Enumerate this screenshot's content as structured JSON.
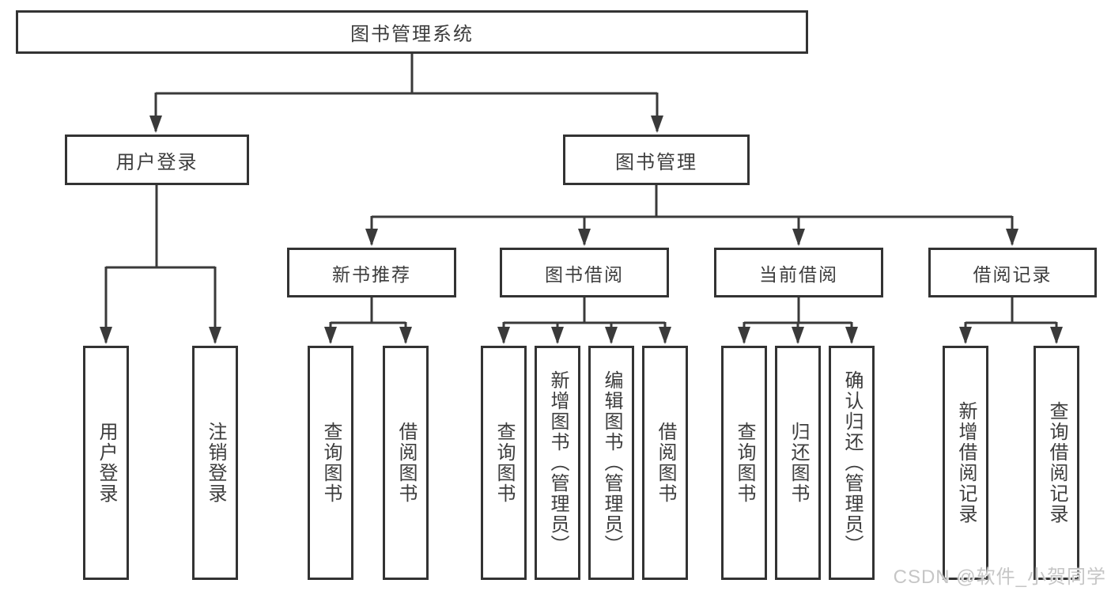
{
  "title": "图书管理系统",
  "tree": {
    "root": {
      "label": "图书管理系统"
    },
    "level1": [
      {
        "label": "用户登录",
        "children": [
          {
            "label": "用户登录"
          },
          {
            "label": "注销登录"
          }
        ]
      },
      {
        "label": "图书管理",
        "children": [
          {
            "label": "新书推荐",
            "children": [
              {
                "label": "查询图书"
              },
              {
                "label": "借阅图书"
              }
            ]
          },
          {
            "label": "图书借阅",
            "children": [
              {
                "label": "查询图书"
              },
              {
                "label": "新增图书（管理员）"
              },
              {
                "label": "编辑图书（管理员）"
              },
              {
                "label": "借阅图书"
              }
            ]
          },
          {
            "label": "当前借阅",
            "children": [
              {
                "label": "查询图书"
              },
              {
                "label": "归还图书"
              },
              {
                "label": "确认归还（管理员）"
              }
            ]
          },
          {
            "label": "借阅记录",
            "children": [
              {
                "label": "新增借阅记录"
              },
              {
                "label": "查询借阅记录"
              }
            ]
          }
        ]
      }
    ]
  },
  "watermark": {
    "text": "CSDN @软件_小贺同学"
  },
  "colors": {
    "line": "#3a3a3a",
    "box_border": "#333333",
    "text": "#3d3d3d",
    "background": "#ffffff",
    "watermark": "#c6c6c6"
  }
}
